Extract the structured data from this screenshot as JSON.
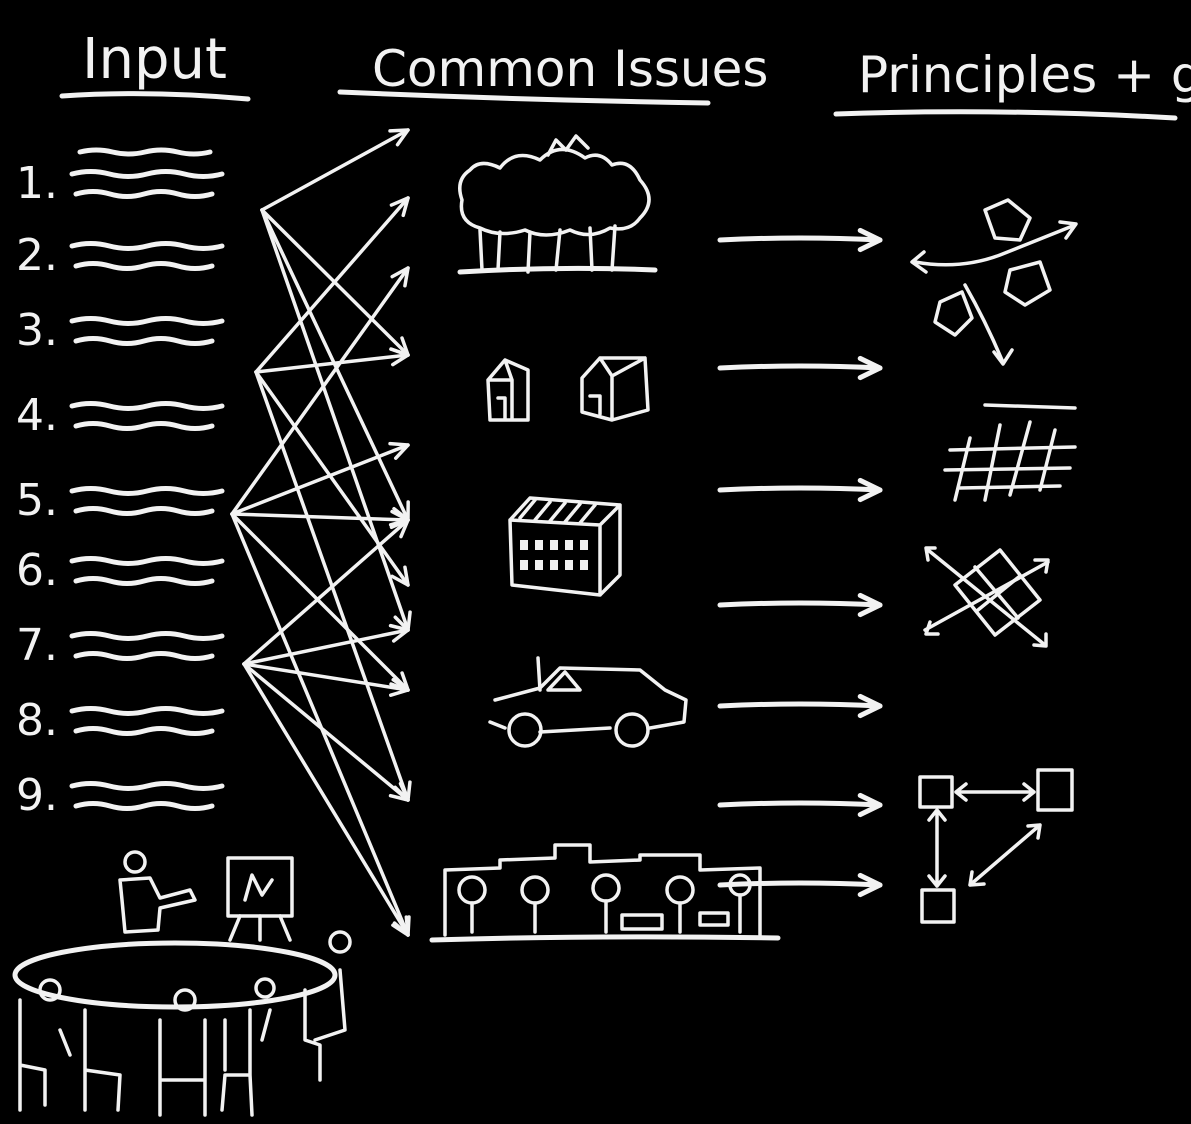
{
  "headers": {
    "input": "Input",
    "issues": "Common Issues",
    "goals": "Principles + goals"
  },
  "input_items": [
    "1.",
    "2.",
    "3.",
    "4.",
    "5.",
    "6.",
    "7.",
    "8.",
    "9."
  ],
  "issue_icons": [
    "trees-icon",
    "houses-icon",
    "building-icon",
    "car-icon",
    "streetscape-icon"
  ],
  "goal_icons": [
    "connected-network-icon",
    "grid-icon",
    "diagonal-grid-icon",
    "node-link-icon"
  ],
  "colors": {
    "background": "#000000",
    "chalk": "#f2f2f2"
  }
}
